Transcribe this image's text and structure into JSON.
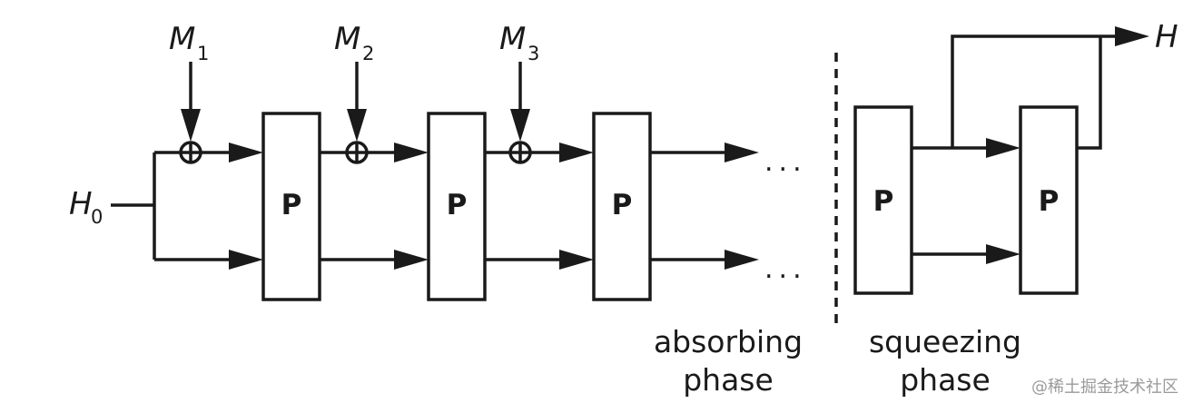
{
  "initial_state": {
    "symbol": "H",
    "subscript": "0"
  },
  "messages": [
    {
      "symbol": "M",
      "subscript": "1"
    },
    {
      "symbol": "M",
      "subscript": "2"
    },
    {
      "symbol": "M",
      "subscript": "3"
    }
  ],
  "permutation_label": "P",
  "ellipsis": "...",
  "output": {
    "symbol": "H"
  },
  "phases": {
    "absorbing": {
      "line1": "absorbing",
      "line2": "phase"
    },
    "squeezing": {
      "line1": "squeezing",
      "line2": "phase"
    }
  },
  "watermark": "@稀土掘金技术社区"
}
